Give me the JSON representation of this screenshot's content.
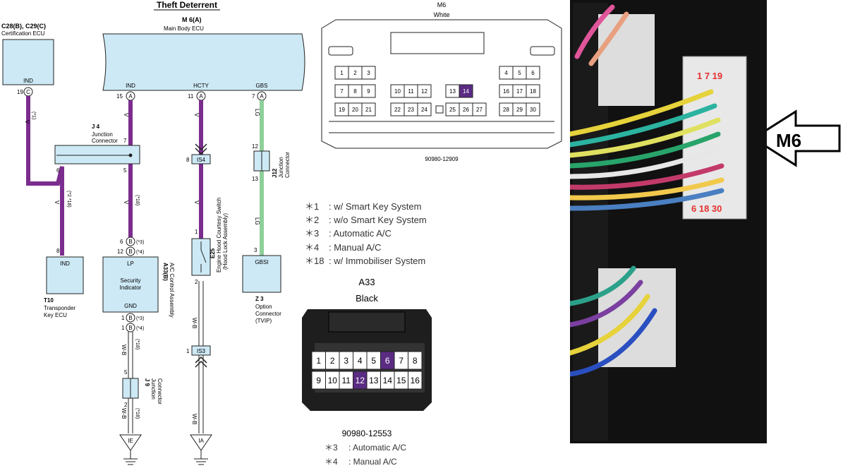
{
  "diagram": {
    "title": "Theft Deterrent",
    "colors": {
      "violet": "#7b2d8e",
      "green": "#8fcf9a",
      "ecu_fill": "#cde9f5",
      "ecu_stroke": "#222222",
      "pin_hl": "#5b2c83",
      "red_label": "#e53030"
    },
    "cert_ecu": {
      "code": "C28(B), C29(C)",
      "name": "Certification ECU",
      "pin_label": "IND",
      "pin_no": "19",
      "pin_letter": "C"
    },
    "main_ecu": {
      "code": "M 6(A)",
      "name": "Main Body ECU",
      "pins": [
        {
          "label": "IND",
          "no": "15",
          "letter": "A"
        },
        {
          "label": "HCTY",
          "no": "11",
          "letter": "A"
        },
        {
          "label": "GBS",
          "no": "7",
          "letter": "A"
        }
      ]
    },
    "wire_codes": {
      "v": "V",
      "lg": "LG",
      "wb": "W-B"
    },
    "notes_inline": {
      "n1": "(*1)",
      "n2_18": "(*2 *18)",
      "n18": "(*18)",
      "n3": "(*3)",
      "n4": "(*4)"
    },
    "j4": {
      "code": "J 4",
      "name1": "Junction",
      "name2": "Connector",
      "pin7": "7",
      "pin5": "5",
      "pin6": "6"
    },
    "t10": {
      "code": "T10",
      "name1": "Transponder",
      "name2": "Key ECU",
      "pin_label": "IND",
      "pin_no": "8"
    },
    "a33": {
      "code": "A33(B)",
      "name": "A/C Control Assembly",
      "lp": "LP",
      "ind1": "Security",
      "ind2": "Indicator",
      "gnd": "GND",
      "pin6": "6",
      "pin12": "12",
      "pin1a": "1",
      "pin1b": "1",
      "letter": "B"
    },
    "j9": {
      "code": "J 9",
      "name1": "Junction",
      "name2": "Connector",
      "pin5": "5",
      "pin2": "2"
    },
    "e25": {
      "code": "E25",
      "name1": "Engine Hood Courtesy Switch",
      "name2": "(Hood Lock Assembly)",
      "pin1": "1",
      "pin2": "2"
    },
    "is4": {
      "label": "IS4",
      "pin": "8"
    },
    "is3": {
      "label": "IS3",
      "pin": "1"
    },
    "j12": {
      "code": "J12",
      "name1": "Junction",
      "name2": "Connector",
      "pin12": "12",
      "pin13": "13"
    },
    "z3": {
      "code": "Z 3",
      "name1": "Option",
      "name2": "Connector",
      "name3": "(TVIP)",
      "pin_label": "GBSI",
      "pin_no": "3"
    },
    "grounds": {
      "ie": "IE",
      "ia": "IA"
    }
  },
  "m6_connector": {
    "title": "M6",
    "color": "White",
    "part_no": "90980-12909",
    "rows": [
      [
        "1",
        "2",
        "3",
        "",
        "",
        "",
        "",
        "",
        "",
        "4",
        "5",
        "6"
      ],
      [
        "7",
        "8",
        "9",
        "10",
        "11",
        "12",
        "",
        "13",
        "14",
        "16",
        "17",
        "18"
      ],
      [
        "19",
        "20",
        "21",
        "22",
        "23",
        "24",
        "",
        "25",
        "26",
        "27",
        "28",
        "29",
        "30"
      ]
    ],
    "highlight": "14"
  },
  "notes": [
    {
      "mark": "＊1",
      "text": ": w/ Smart Key System"
    },
    {
      "mark": "＊2",
      "text": ": w/o Smart Key System"
    },
    {
      "mark": "＊3",
      "text": ": Automatic A/C"
    },
    {
      "mark": "＊4",
      "text": ": Manual A/C"
    },
    {
      "mark": "＊18",
      "text": ": w/ Immobiliser System"
    }
  ],
  "a33_connector": {
    "title": "A33",
    "color": "Black",
    "row1": [
      "1",
      "2",
      "3",
      "4",
      "5",
      "6",
      "7",
      "8"
    ],
    "row2": [
      "9",
      "10",
      "11",
      "12",
      "13",
      "14",
      "15",
      "16"
    ],
    "highlight": [
      "6",
      "12"
    ],
    "part_no": "90980-12553",
    "notes": [
      {
        "mark": "＊3",
        "text": ": Automatic A/C"
      },
      {
        "mark": "＊4",
        "text": ": Manual A/C"
      }
    ]
  },
  "photo": {
    "arrow_label": "M6",
    "top_pins": "1  7  19",
    "bottom_pins": "6  18  30"
  }
}
